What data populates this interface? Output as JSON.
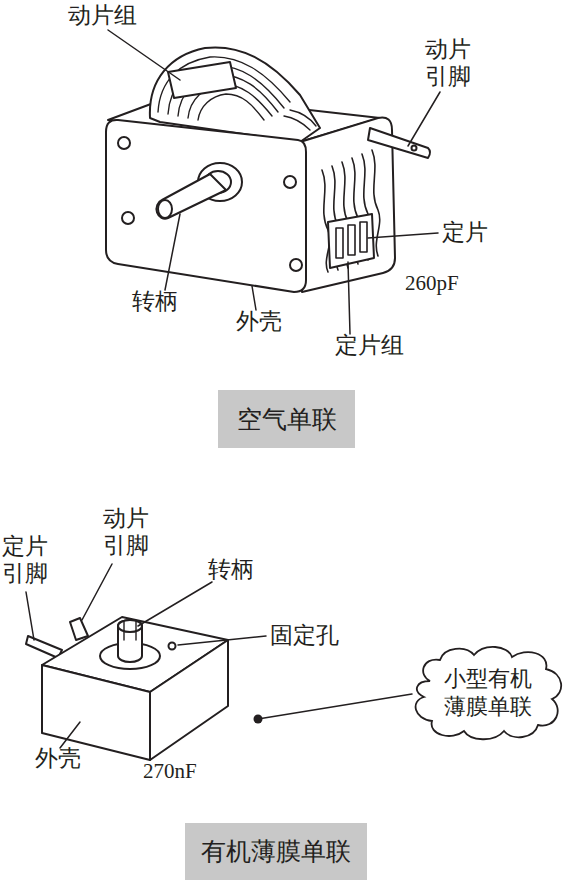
{
  "diagram": {
    "nodes": [
      {
        "text": [
          "空气单联"
        ]
      },
      {
        "text": [
          "小型有机 薄膜单联"
        ]
      },
      {
        "text": [
          "有机薄膜单联"
        ]
      }
    ],
    "labels": [
      "动片组",
      "动片 引脚",
      "定片",
      "转柄",
      "260pF",
      "外壳",
      "定片组",
      "动片 引脚",
      "定片 引脚",
      "转柄",
      "固定孔",
      "外壳",
      "270nF"
    ]
  }
}
